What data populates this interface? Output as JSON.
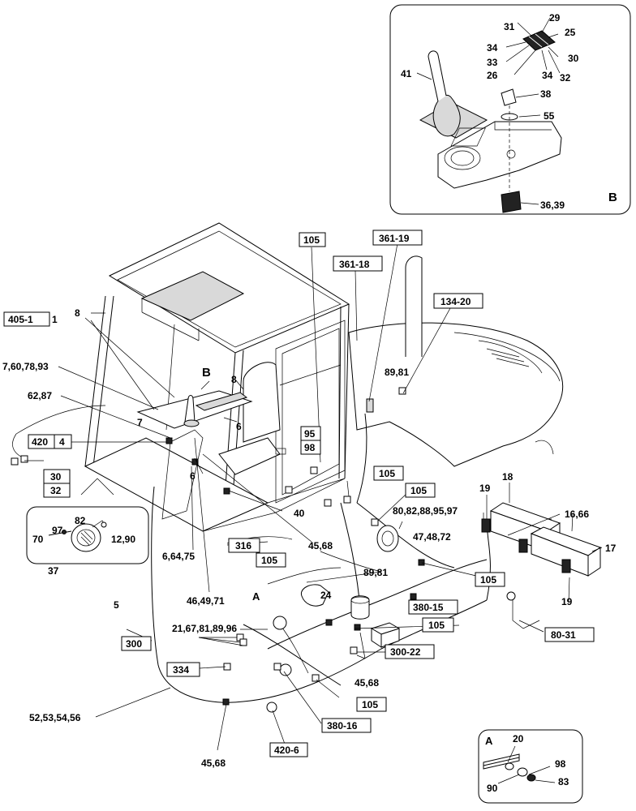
{
  "detail_b": {
    "letter": "B",
    "labels": [
      "29",
      "31",
      "25",
      "34",
      "30",
      "33",
      "26",
      "34",
      "32",
      "41",
      "38",
      "55",
      "36,39"
    ]
  },
  "detail_a": {
    "letter": "A",
    "labels": [
      "20",
      "98",
      "90",
      "83"
    ]
  },
  "horn_detail": {
    "labels": [
      "82",
      "97",
      "70",
      "12,90",
      "37"
    ]
  },
  "callouts": {
    "boxed": [
      "105",
      "361-19",
      "361-18",
      "134-20",
      "405-1",
      "420",
      "4",
      "30",
      "32",
      "95",
      "98",
      "105",
      "105",
      "316",
      "105",
      "105",
      "380-15",
      "105",
      "300-22",
      "300",
      "334",
      "105",
      "380-16",
      "420-6",
      "80-31"
    ],
    "plain": [
      "1",
      "8",
      "7,60,78,93",
      "62,87",
      "7",
      "B",
      "8",
      "6",
      "6",
      "89,81",
      "40",
      "6,64,75",
      "46,49,71",
      "45,68",
      "5",
      "19",
      "18",
      "16,66",
      "17",
      "19",
      "80,82,88,95,97",
      "47,48,72",
      "89,81",
      "A",
      "24",
      "21,67,81,89,96",
      "45,68",
      "52,53,54,56",
      "45,68"
    ]
  }
}
